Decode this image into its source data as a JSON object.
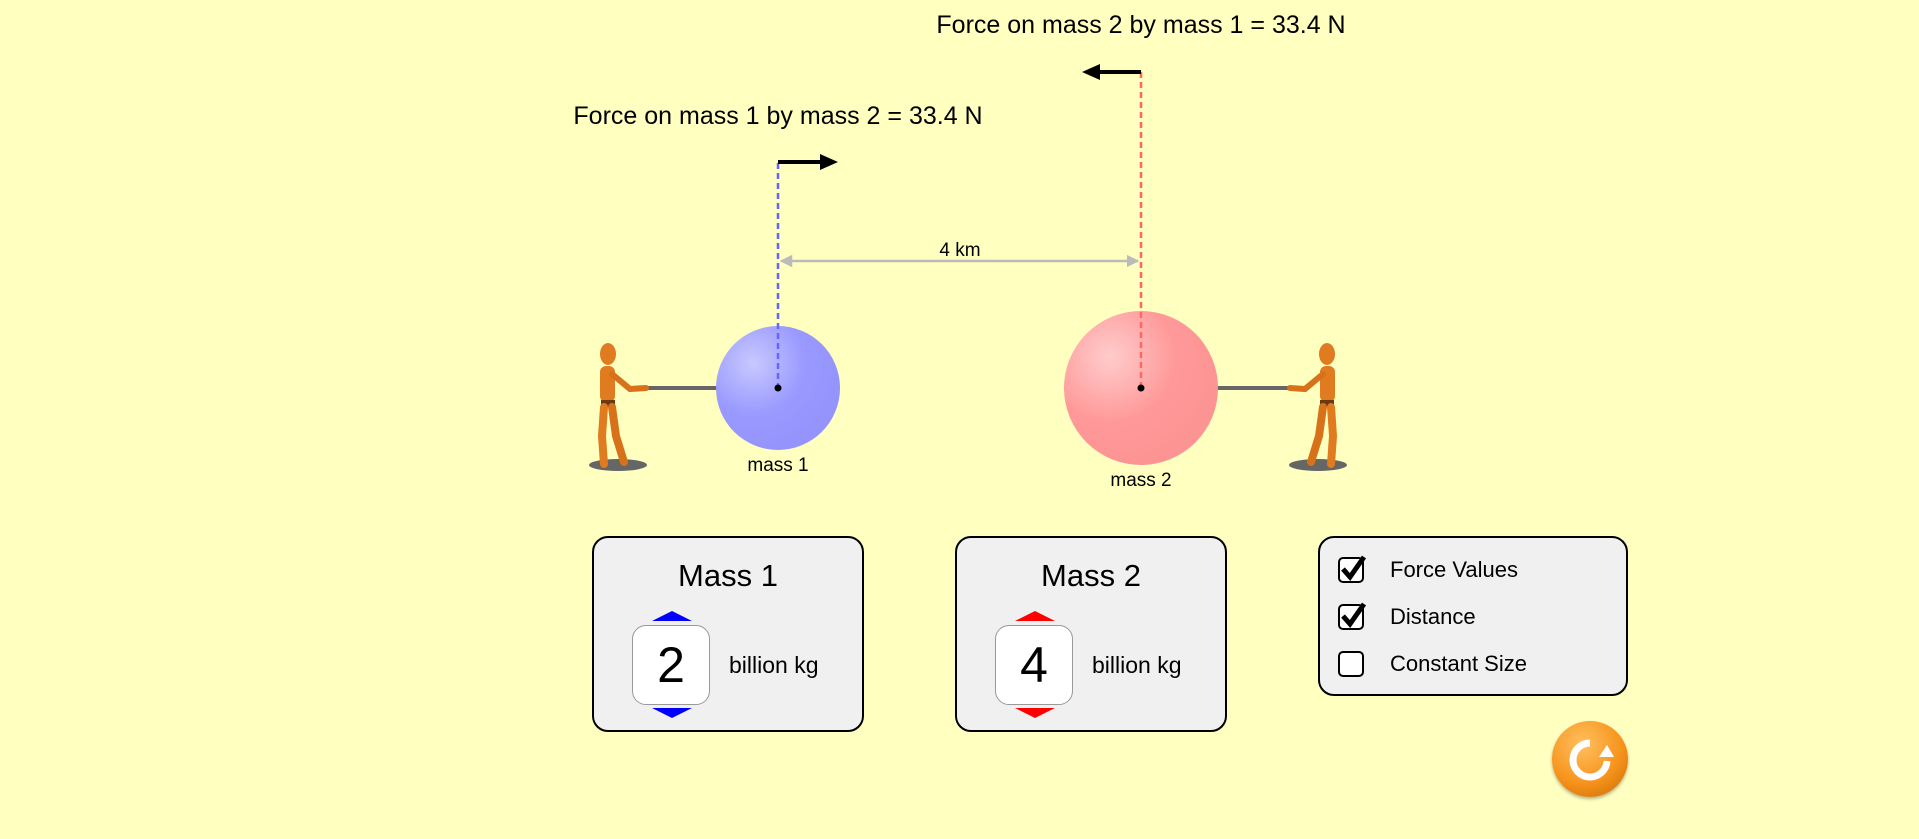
{
  "forces": {
    "on_mass2_label": "Force on mass 2 by mass 1 = 33.4 N",
    "on_mass1_label": "Force on mass 1 by mass 2 = 33.4 N"
  },
  "distance": {
    "label": "4 km"
  },
  "masses": [
    {
      "name": "mass 1",
      "color": "#9999ff"
    },
    {
      "name": "mass 2",
      "color": "#ff9999"
    }
  ],
  "mass1_panel": {
    "title": "Mass 1",
    "value": "2",
    "unit": "billion kg",
    "arrow_color": "#0000ff"
  },
  "mass2_panel": {
    "title": "Mass 2",
    "value": "4",
    "unit": "billion kg",
    "arrow_color": "#ff0000"
  },
  "options": [
    {
      "label": "Force Values",
      "checked": true
    },
    {
      "label": "Distance",
      "checked": true
    },
    {
      "label": "Constant Size",
      "checked": false
    }
  ],
  "reset": {
    "icon": "reset-icon",
    "color": "#f7941d"
  }
}
